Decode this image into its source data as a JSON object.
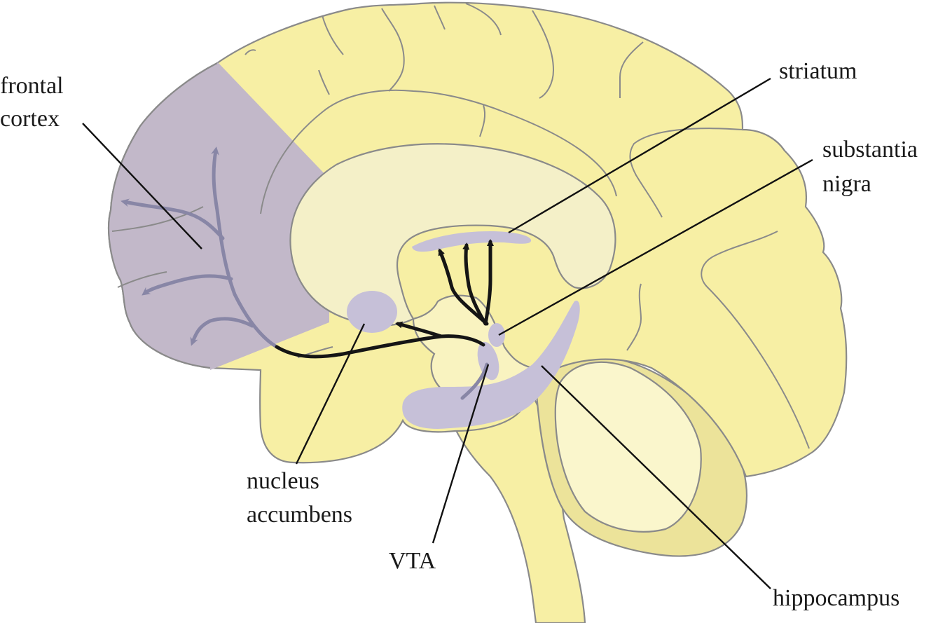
{
  "labels": {
    "frontal_cortex_line1": "frontal",
    "frontal_cortex_line2": "cortex",
    "striatum": "striatum",
    "substantia_nigra_line1": "substantia",
    "substantia_nigra_line2": "nigra",
    "nucleus_accumbens_line1": "nucleus",
    "nucleus_accumbens_line2": "accumbens",
    "vta": "VTA",
    "hippocampus": "hippocampus"
  },
  "colors": {
    "brain_fill": "#f7efa4",
    "inner_fill": "#f4f0c8",
    "highlight_fill": "#c2b8c9",
    "region_fill": "#c6c0d8",
    "pathway_stroke": "#151515",
    "outline_stroke": "#8a8a8a"
  }
}
